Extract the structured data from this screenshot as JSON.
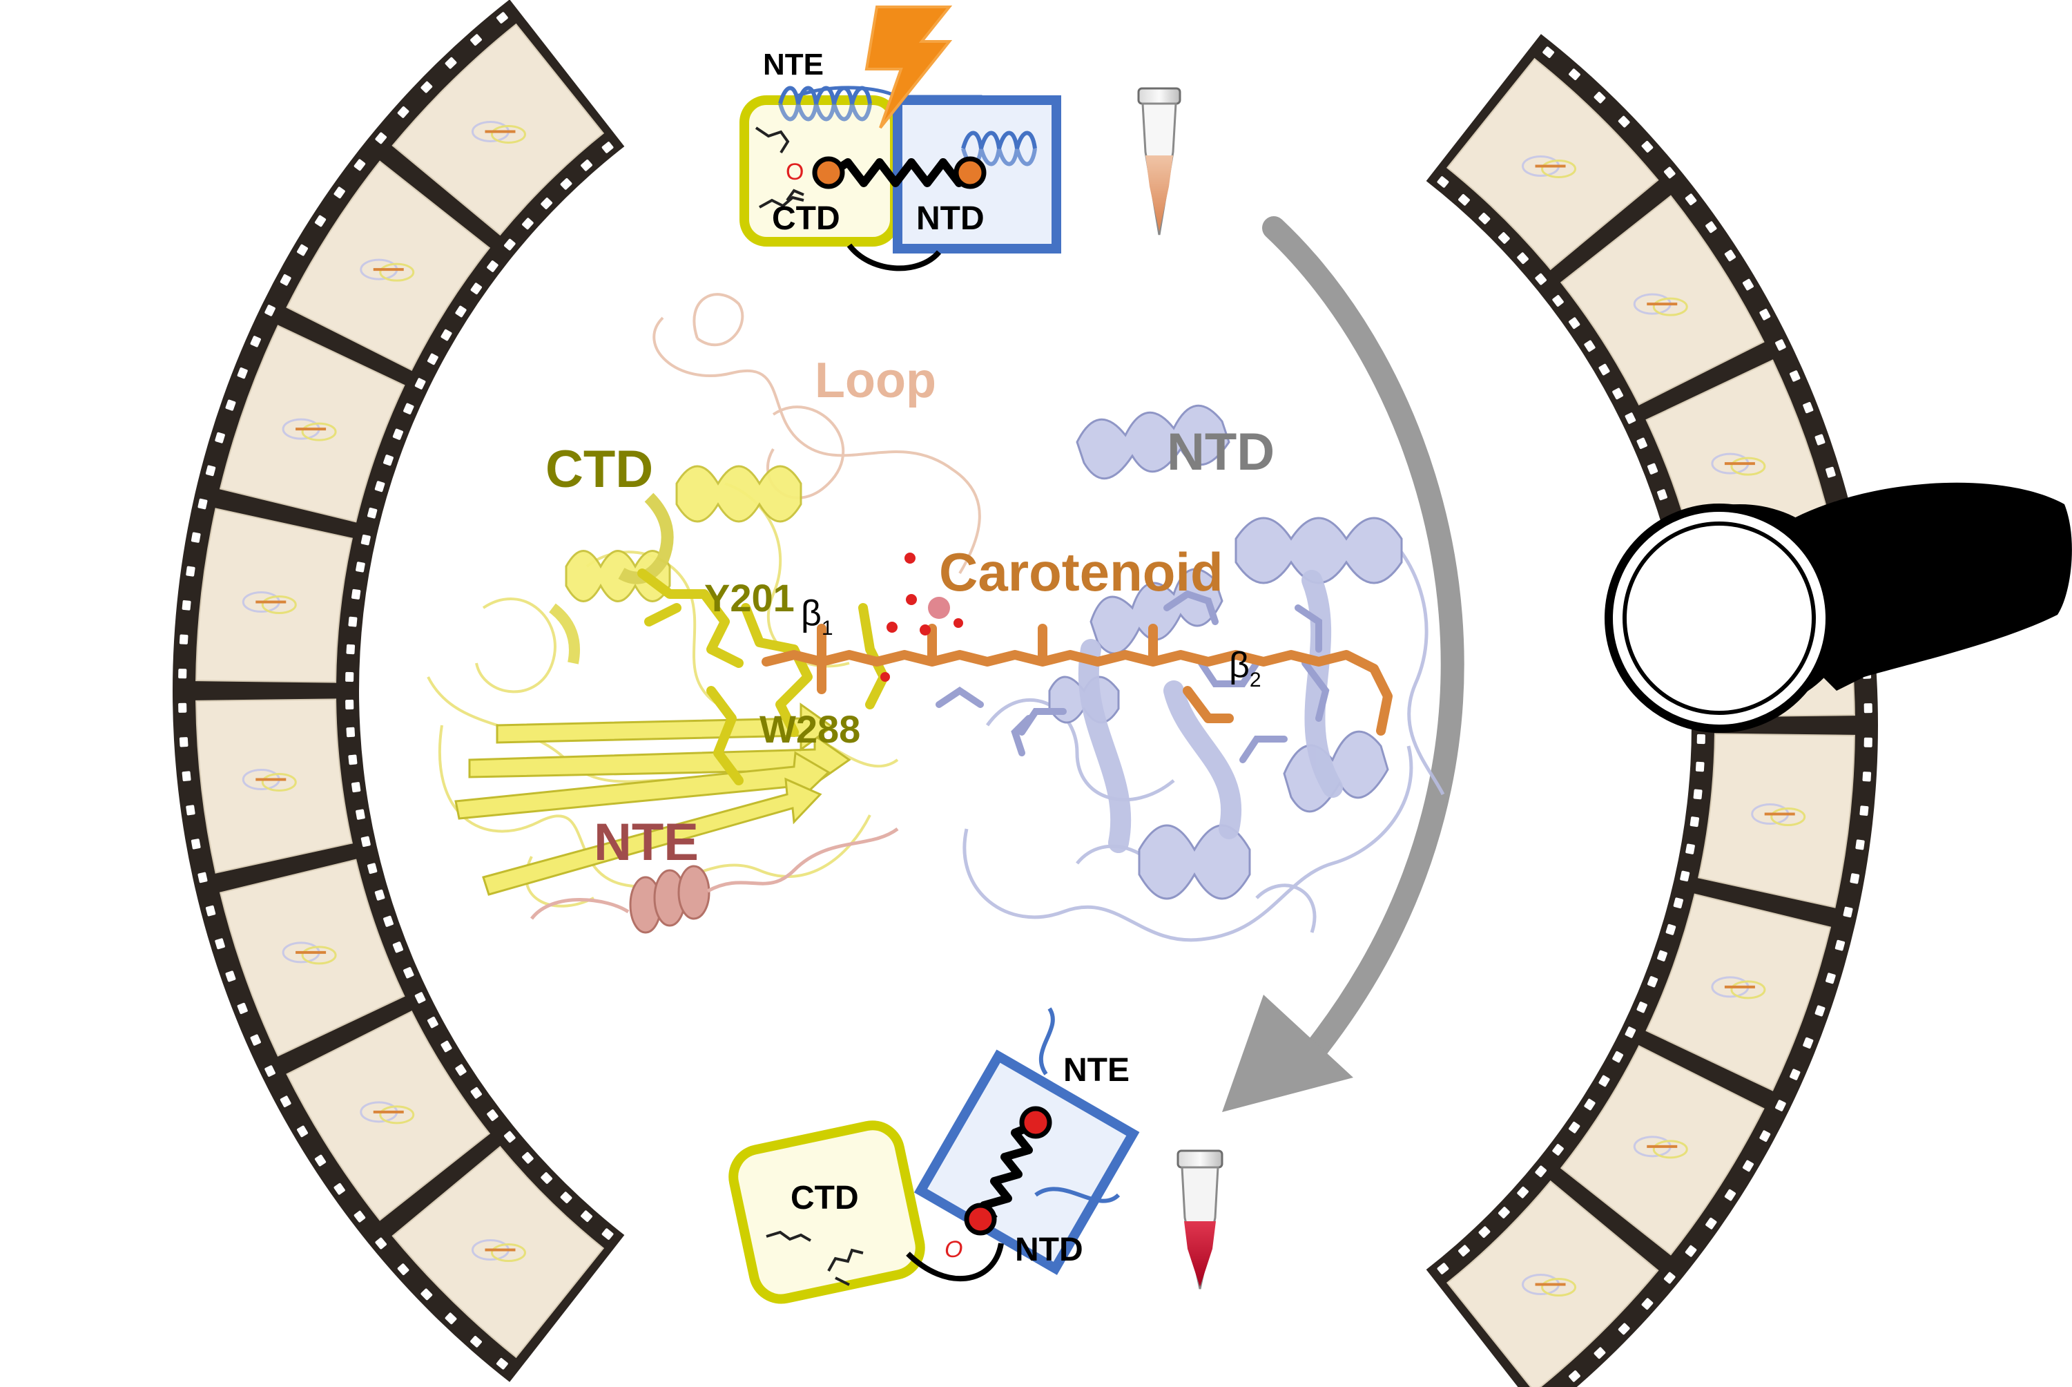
{
  "top_schematic": {
    "nte_label": "NTE",
    "ctd_label": "CTD",
    "ntd_label": "NTD",
    "oxygen_label": "O",
    "state": "orange",
    "tube_color": "#e8a27a"
  },
  "bottom_schematic": {
    "nte_label": "NTE",
    "ctd_label": "CTD",
    "ntd_label": "NTD",
    "oxygen_label": "O",
    "state": "red",
    "tube_color": "#c8102e"
  },
  "structure_labels": {
    "loop": "Loop",
    "ctd": "CTD",
    "ntd": "NTD",
    "carotenoid": "Carotenoid",
    "y201": "Y201",
    "w288": "W288",
    "nte": "NTE",
    "beta1": "β",
    "beta1_sub": "1",
    "beta2": "β",
    "beta2_sub": "2"
  },
  "colors": {
    "ctd": "#808000",
    "ctd_fill": "#f3ef6a",
    "ntd": "#7f7f7f",
    "ntd_fill": "#c4c8e6",
    "loop": "#e8b79b",
    "nte": "#a04c4c",
    "carotenoid": "#c57a2c",
    "film": "#2c2520",
    "frame": "#f1e7d6",
    "arrow": "#9b9b9b",
    "ctd_box": "#cfcf00",
    "ntd_box": "#4472c4"
  },
  "icons": {
    "flash": "lightning-bolt-icon",
    "camera": "magnifier-camera-icon",
    "tube": "sample-tube-icon"
  }
}
